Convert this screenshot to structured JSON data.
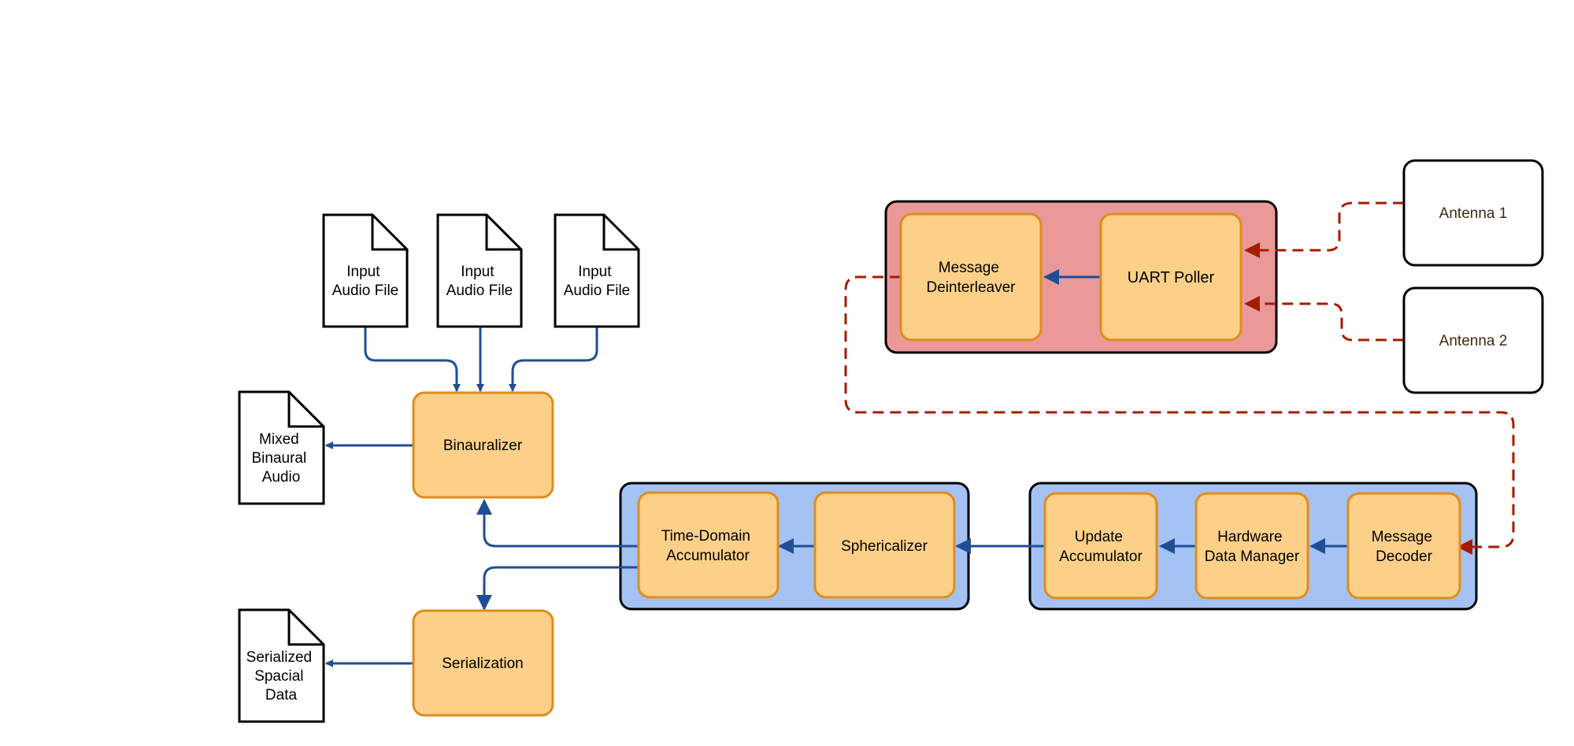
{
  "documents": {
    "input_1": [
      "Input",
      "Audio File"
    ],
    "input_2": [
      "Input",
      "Audio File"
    ],
    "input_3": [
      "Input",
      "Audio File"
    ],
    "mixed_output": [
      "Mixed",
      "Binaural",
      "Audio"
    ],
    "serialized_output": [
      "Serialized",
      "Spacial",
      "Data"
    ]
  },
  "nodes": {
    "binauralizer": [
      "Binauralizer"
    ],
    "serialization": [
      "Serialization"
    ],
    "time_domain_accumulator": [
      "Time-Domain",
      "Accumulator"
    ],
    "sphericalizer": [
      "Sphericalizer"
    ],
    "update_accumulator": [
      "Update",
      "Accumulator"
    ],
    "hardware_data_manager": [
      "Hardware",
      "Data Manager"
    ],
    "message_decoder": [
      "Message",
      "Decoder"
    ],
    "message_deinterleaver": [
      "Message",
      "Deinterleaver"
    ],
    "uart_poller": [
      "UART Poller"
    ],
    "antenna_1": [
      "Antenna 1"
    ],
    "antenna_2": [
      "Antenna 2"
    ]
  },
  "colors": {
    "process_fill": "#fcd088",
    "process_stroke": "#e08c1c",
    "group_blue_fill": "#a4c2f4",
    "group_red_fill": "#ea9999",
    "arrow_blue": "#1f4e96",
    "arrow_red": "#a61c00",
    "antenna_text": "#3d2a10"
  }
}
